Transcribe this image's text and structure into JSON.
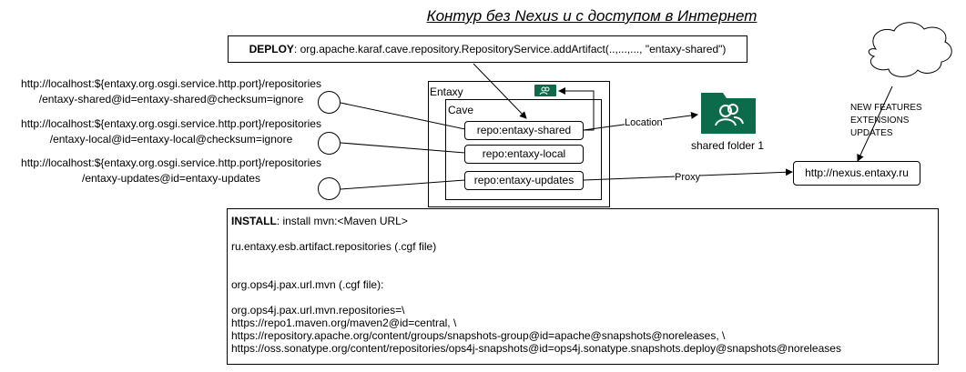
{
  "title": "Контур без Nexus и с доступом в Интернет",
  "deploy": {
    "label": "DEPLOY",
    "text": ": org.apache.karaf.cave.repository.RepositoryService.addArtifact(..,...,..., \"entaxy-shared\")"
  },
  "urls": [
    {
      "line1": "http://localhost:${entaxy.org.osgi.service.http.port}/repositories",
      "line2": "/entaxy-shared@id=entaxy-shared@checksum=ignore"
    },
    {
      "line1": "http://localhost:${entaxy.org.osgi.service.http.port}/repositories",
      "line2": "/entaxy-local@id=entaxy-local@checksum=ignore"
    },
    {
      "line1": "http://localhost:${entaxy.org.osgi.service.http.port}/repositories",
      "line2": "/entaxy-updates@id=entaxy-updates"
    }
  ],
  "entaxy": {
    "label": "Entaxy"
  },
  "cave": {
    "label": "Cave"
  },
  "repos": [
    "repo:entaxy-shared",
    "repo:entaxy-local",
    "repo:entaxy-updates"
  ],
  "edges": {
    "location": "Location",
    "proxy": "Proxy"
  },
  "shared_folder": {
    "label": "shared folder 1",
    "icon": "shared-folder-icon",
    "color": "#0b6b4a"
  },
  "cloud": {
    "lines": [
      "NEW FEATURES",
      "EXTENSIONS",
      "UPDATES"
    ]
  },
  "nexus": {
    "label": "http://nexus.entaxy.ru"
  },
  "install": {
    "label": "INSTALL",
    "line1": ": install mvn:<Maven URL>",
    "line2": "ru.entaxy.esb.artifact.repositories (.cgf file)",
    "line3": "org.ops4j.pax.url.mvn (.cgf file):",
    "line4": "org.ops4j.pax.url.mvn.repositories=\\",
    "line5": "https://repo1.maven.org/maven2@id=central, \\",
    "line6": "https://repository.apache.org/content/groups/snapshots-group@id=apache@snapshots@noreleases, \\",
    "line7": "https://oss.sonatype.org/content/repositories/ops4j-snapshots@id=ops4j.sonatype.snapshots.deploy@snapshots@noreleases"
  }
}
